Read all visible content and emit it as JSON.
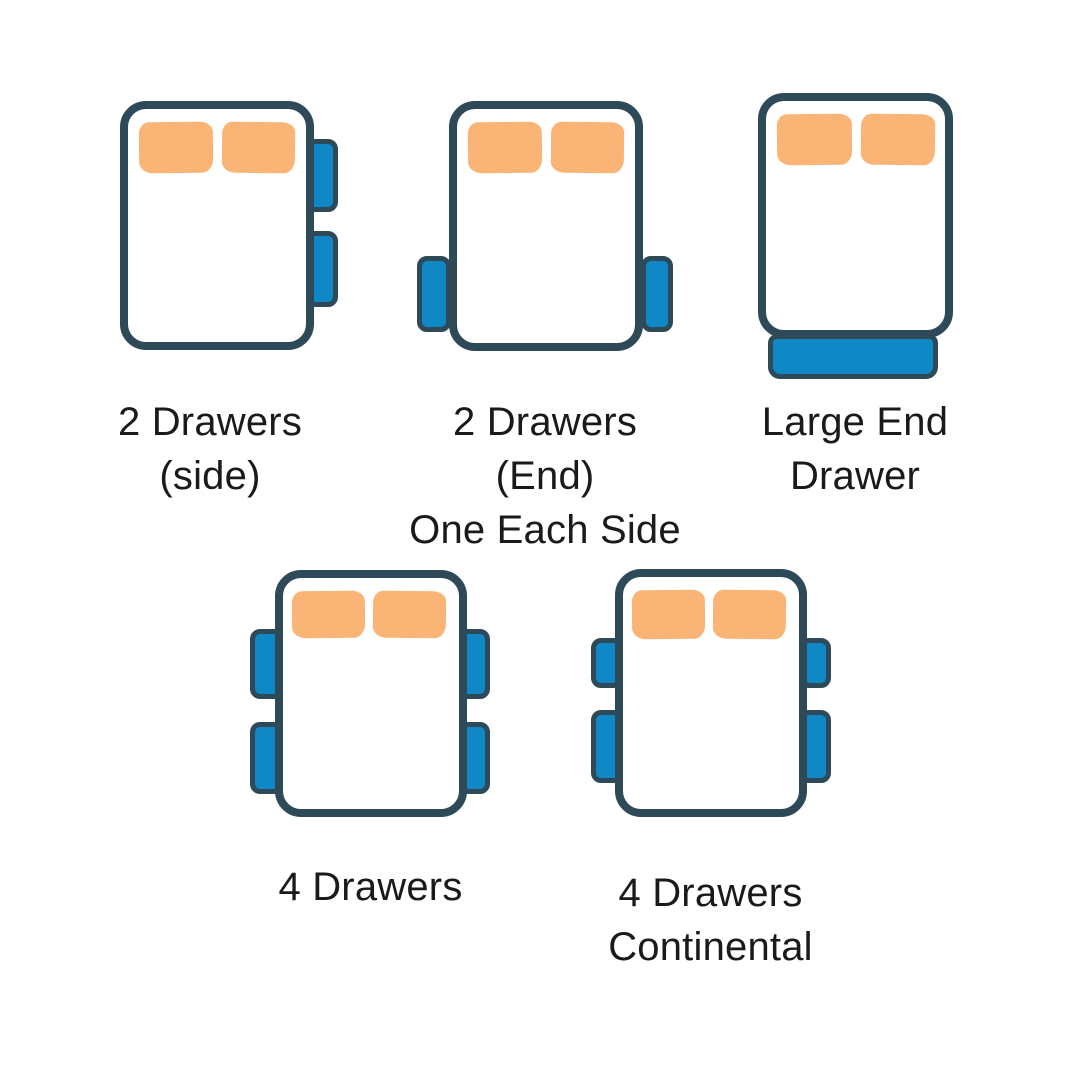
{
  "colors": {
    "outline": "#2e4a58",
    "drawer": "#0f88c5",
    "pillow": "#f9b476",
    "bed": "#ffffff",
    "text": "#1a1a1a",
    "background": "#ffffff"
  },
  "figures": [
    {
      "name": "2-drawers-side",
      "label_lines": [
        "2 Drawers",
        "(side)"
      ],
      "drawers": [
        "right-upper",
        "right-lower"
      ]
    },
    {
      "name": "2-drawers-end-one-each-side",
      "label_lines": [
        "2 Drawers (End)",
        "One Each Side"
      ],
      "drawers": [
        "left-end",
        "right-end"
      ]
    },
    {
      "name": "large-end-drawer",
      "label_lines": [
        "Large End",
        "Drawer"
      ],
      "drawers": [
        "end-large"
      ]
    },
    {
      "name": "4-drawers",
      "label_lines": [
        "4 Drawers"
      ],
      "drawers": [
        "left-upper",
        "left-lower",
        "right-upper",
        "right-lower"
      ]
    },
    {
      "name": "4-drawers-continental",
      "label_lines": [
        "4 Drawers",
        "Continental"
      ],
      "drawers": [
        "left-upper-short",
        "left-lower",
        "right-upper-short",
        "right-lower"
      ]
    }
  ]
}
